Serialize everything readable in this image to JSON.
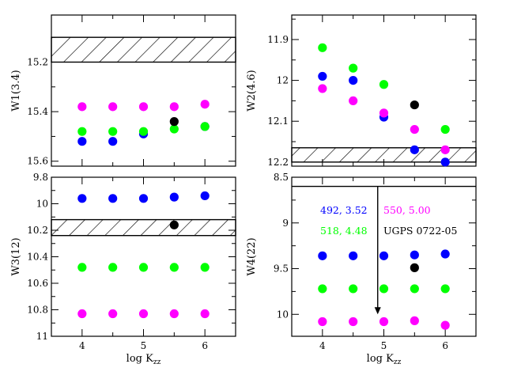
{
  "chart_data": [
    {
      "id": "w1",
      "type": "scatter",
      "ylabel": "W1(3.4)",
      "xlabel": "",
      "xlim": [
        3.5,
        6.5
      ],
      "ylim": [
        15.62,
        15.01
      ],
      "xticks": [
        4,
        5,
        6
      ],
      "yticks": [
        15.2,
        15.4,
        15.6
      ],
      "ytick_labels": [
        "15.2",
        "15.4",
        "15.6"
      ],
      "observed_band": [
        15.1,
        15.2
      ],
      "series": [
        {
          "color": "#0000ff",
          "x": [
            4,
            4.5,
            5,
            6
          ],
          "y": [
            15.52,
            15.52,
            15.49,
            15.46
          ]
        },
        {
          "color": "#ff00ff",
          "x": [
            4,
            4.5,
            5,
            5.5,
            6
          ],
          "y": [
            15.38,
            15.38,
            15.38,
            15.38,
            15.37
          ]
        },
        {
          "color": "#00ff00",
          "x": [
            4,
            4.5,
            5,
            5.5,
            6
          ],
          "y": [
            15.48,
            15.48,
            15.48,
            15.47,
            15.46
          ]
        },
        {
          "color": "#000000",
          "x": [
            5.5
          ],
          "y": [
            15.44
          ]
        }
      ]
    },
    {
      "id": "w2",
      "type": "scatter",
      "ylabel": "W2(4.6)",
      "xlabel": "",
      "xlim": [
        3.5,
        6.5
      ],
      "ylim": [
        12.21,
        11.84
      ],
      "xticks": [
        4,
        5,
        6
      ],
      "yticks": [
        11.9,
        12,
        12.1,
        12.2
      ],
      "ytick_labels": [
        "11.9",
        "12",
        "12.1",
        "12.2"
      ],
      "observed_band": [
        12.165,
        12.2
      ],
      "series": [
        {
          "color": "#0000ff",
          "x": [
            4,
            4.5,
            5,
            5.5,
            6
          ],
          "y": [
            11.99,
            12.0,
            12.09,
            12.17,
            12.2
          ]
        },
        {
          "color": "#ff00ff",
          "x": [
            4,
            4.5,
            5,
            5.5,
            6
          ],
          "y": [
            12.02,
            12.05,
            12.08,
            12.12,
            12.17
          ]
        },
        {
          "color": "#00ff00",
          "x": [
            4,
            4.5,
            5,
            6
          ],
          "y": [
            11.92,
            11.97,
            12.01,
            12.12
          ]
        },
        {
          "color": "#000000",
          "x": [
            5.5
          ],
          "y": [
            12.06
          ]
        }
      ]
    },
    {
      "id": "w3",
      "type": "scatter",
      "ylabel": "W3(12)",
      "xlabel": "log K_zz",
      "xlim": [
        3.5,
        6.5
      ],
      "ylim": [
        11.0,
        9.8
      ],
      "xticks": [
        4,
        5,
        6
      ],
      "yticks": [
        9.8,
        10,
        10.2,
        10.4,
        10.6,
        10.8,
        11
      ],
      "ytick_labels": [
        "9.8",
        "10",
        "10.2",
        "10.4",
        "10.6",
        "10.8",
        "11"
      ],
      "observed_band": [
        10.12,
        10.24
      ],
      "series": [
        {
          "color": "#0000ff",
          "x": [
            4,
            4.5,
            5,
            5.5,
            6
          ],
          "y": [
            9.96,
            9.96,
            9.96,
            9.95,
            9.94
          ]
        },
        {
          "color": "#00ff00",
          "x": [
            4,
            4.5,
            5,
            5.5,
            6
          ],
          "y": [
            10.48,
            10.48,
            10.48,
            10.48,
            10.48
          ]
        },
        {
          "color": "#ff00ff",
          "x": [
            4,
            4.5,
            5,
            5.5,
            6
          ],
          "y": [
            10.83,
            10.83,
            10.83,
            10.83,
            10.83
          ]
        },
        {
          "color": "#000000",
          "x": [
            5.5
          ],
          "y": [
            10.16
          ]
        }
      ]
    },
    {
      "id": "w4",
      "type": "scatter",
      "ylabel": "W4(22)",
      "xlabel": "log K_zz",
      "xlim": [
        3.5,
        6.5
      ],
      "ylim": [
        10.24,
        8.5
      ],
      "xticks": [
        4,
        5,
        6
      ],
      "yticks": [
        8.5,
        9,
        9.5,
        10
      ],
      "ytick_labels": [
        "8.5",
        "9",
        "9.5",
        "10"
      ],
      "upper_limit_line": 8.6,
      "arrow": {
        "x": 4.9,
        "from": 8.6,
        "to": 10.0
      },
      "legend": [
        {
          "text": "492, 3.52",
          "color": "#0000ff"
        },
        {
          "text": "550, 5.00",
          "color": "#ff00ff"
        },
        {
          "text": "518, 4.48",
          "color": "#00ff00"
        },
        {
          "text": "UGPS 0722-05",
          "color": "#000000"
        }
      ],
      "series": [
        {
          "color": "#0000ff",
          "x": [
            4,
            4.5,
            5,
            5.5,
            6
          ],
          "y": [
            9.36,
            9.36,
            9.36,
            9.35,
            9.34
          ]
        },
        {
          "color": "#00ff00",
          "x": [
            4,
            4.5,
            5,
            5.5,
            6
          ],
          "y": [
            9.72,
            9.72,
            9.72,
            9.72,
            9.72
          ]
        },
        {
          "color": "#ff00ff",
          "x": [
            4,
            4.5,
            5,
            5.5,
            6
          ],
          "y": [
            10.08,
            10.08,
            10.08,
            10.07,
            10.12
          ]
        },
        {
          "color": "#000000",
          "x": [
            5.5
          ],
          "y": [
            9.49
          ]
        }
      ]
    }
  ]
}
